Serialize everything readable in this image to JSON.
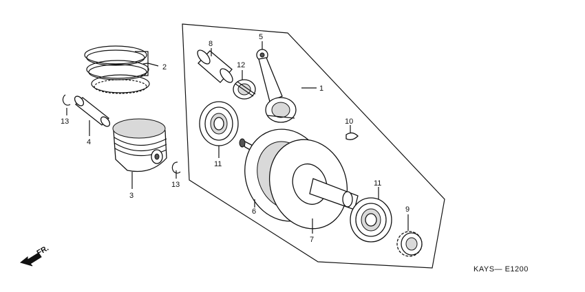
{
  "callouts": {
    "c1": "1",
    "c2": "2",
    "c3": "3",
    "c4": "4",
    "c5": "5",
    "c6": "6",
    "c7": "7",
    "c8": "8",
    "c9": "9",
    "c10": "10",
    "c11a": "11",
    "c11b": "11",
    "c12": "12",
    "c13a": "13",
    "c13b": "13"
  },
  "front_indicator": "FR.",
  "diagram_code": "KAYS— E1200"
}
